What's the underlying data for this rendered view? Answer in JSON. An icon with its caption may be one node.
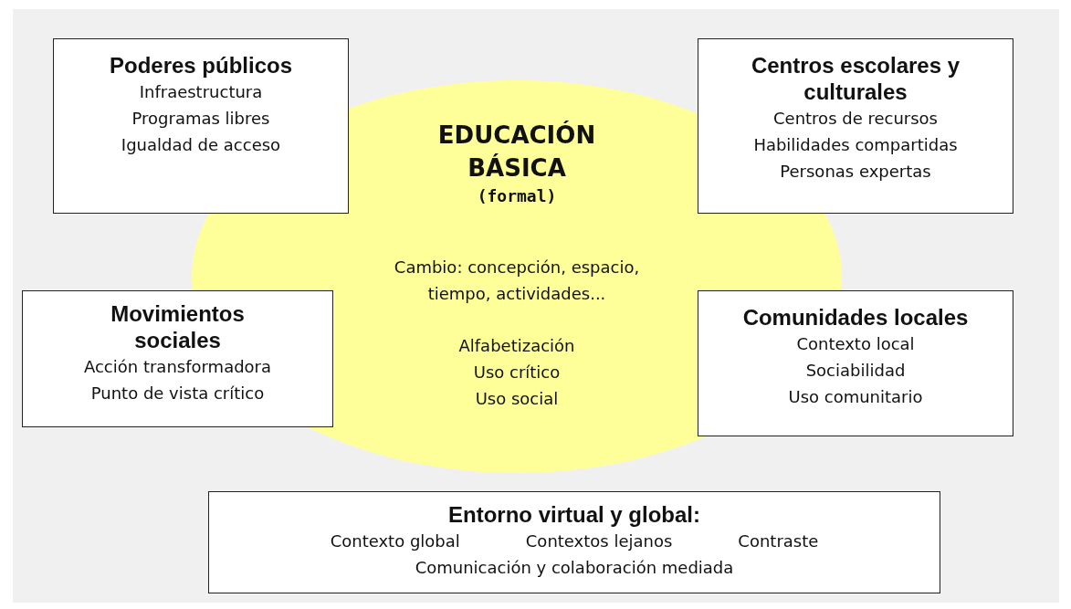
{
  "diagram": {
    "nodes": [
      {
        "text": [
          "EDUCACIÓN BÁSICA",
          "(formal)",
          "Cambio: concepción, espacio, tiempo, actividades...",
          "Alfabetización",
          "Uso crítico",
          "Uso social"
        ]
      },
      {
        "text": [
          "Poderes públicos",
          "Infraestructura",
          "Programas libres",
          "Igualdad de acceso"
        ]
      },
      {
        "text": [
          "Centros escolares y culturales",
          "Centros de recursos",
          "Habilidades compartidas",
          "Personas expertas"
        ]
      },
      {
        "text": [
          "Movimientos sociales",
          "Acción transformadora",
          "Punto de vista crítico"
        ]
      },
      {
        "text": [
          "Comunidades locales",
          "Contexto local",
          "Sociabilidad",
          "Uso comunitario"
        ]
      },
      {
        "text": [
          "Entorno virtual y global:",
          "Contexto global",
          "Contextos lejanos",
          "Contraste",
          "Comunicación y colaboración mediada"
        ]
      }
    ],
    "edges": []
  }
}
